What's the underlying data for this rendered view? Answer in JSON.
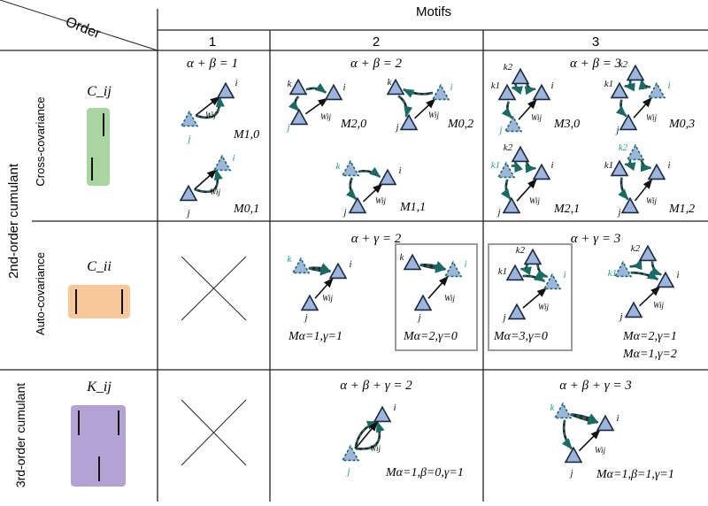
{
  "header": {
    "motifs_label": "Motifs",
    "order_label": "Order",
    "col1": "1",
    "col2": "2",
    "col3": "3"
  },
  "rows": {
    "second_order": "2nd-order cumulant",
    "third_order": "3rd-order cumulant",
    "cross_covariance": "Cross-covariance",
    "auto_covariance": "Auto-covariance",
    "cij": "C_ij",
    "cii": "C_ii",
    "kij": "K_ij"
  },
  "equations": {
    "r1c1": "α + β = 1",
    "r1c2": "α + β = 2",
    "r1c3": "α + β = 3",
    "r2c2": "α + γ = 2",
    "r2c3": "α + γ = 3",
    "r3c2": "α + β + γ = 2",
    "r3c3": "α + β + γ = 3"
  },
  "motif_labels": {
    "m10": "M1,0",
    "m01": "M0,1",
    "m20": "M2,0",
    "m02": "M0,2",
    "m11": "M1,1",
    "m30": "M3,0",
    "m03": "M0,3",
    "m21": "M2,1",
    "m12": "M1,2",
    "ma1g1": "Mα=1,γ=1",
    "ma2g0": "Mα=2,γ=0",
    "ma3g0": "Mα=3,γ=0",
    "ma2g1": "Mα=2,γ=1",
    "ma1g2": "Mα=1,γ=2",
    "ma1b0g1": "Mα=1,β=0,γ=1",
    "ma1b1g1": "Mα=1,β=1,γ=1"
  },
  "node_labels": {
    "i": "i",
    "j": "j",
    "k": "k",
    "k1": "k1",
    "k2": "k2",
    "w": "Wij"
  },
  "colors": {
    "node_fill": "#9db5dc",
    "node_stroke": "#1a2a40",
    "dashed_edge": "#1a6b63",
    "teal_text": "#2a9d8f",
    "green_box": "#a8d5a0",
    "orange_box": "#f8c89a",
    "purple_box": "#b3a3d4",
    "grid": "#222222",
    "highlight_box": "#9a9a9a"
  }
}
